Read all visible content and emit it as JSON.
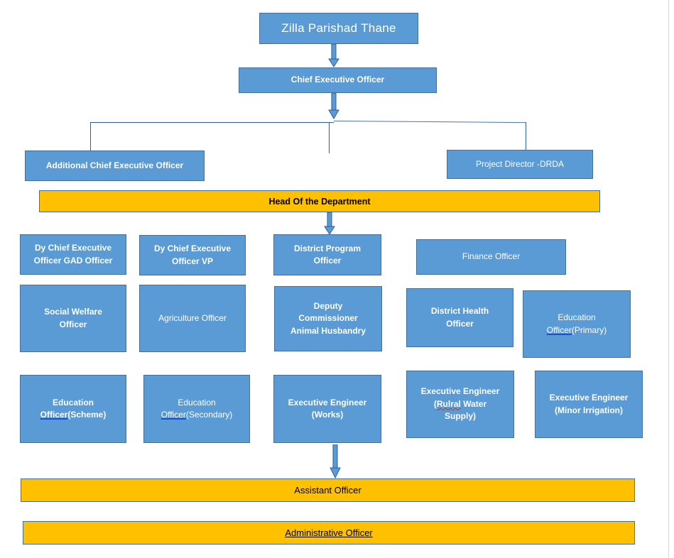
{
  "chart": {
    "type": "org-chart",
    "title": "Zilla Parishad Thane",
    "colors": {
      "node_fill": "#5B9BD5",
      "node_border": "#41719C",
      "bar_fill": "#FFC000",
      "connector": "#2E5E9E",
      "node_text": "#FFFFFF",
      "bar_text": "#000000",
      "page_background": "#FFFFFF",
      "spellcheck_blue": "#1A4FD6",
      "spellcheck_red": "#E02B1D"
    },
    "levels": [
      {
        "level": 1,
        "name": "root",
        "nodes": [
          {
            "id": "zilla-parishad-thane",
            "label": "Zilla Parishad Thane",
            "style": "blue-title"
          }
        ]
      },
      {
        "level": 2,
        "name": "chief-executive",
        "nodes": [
          {
            "id": "chief-executive-officer",
            "label": "Chief Executive Officer",
            "style": "blue"
          }
        ]
      },
      {
        "level": 3,
        "name": "deputies",
        "nodes": [
          {
            "id": "additional-chief-executive-officer",
            "label": "Additional Chief Executive Officer",
            "style": "blue"
          },
          {
            "id": "project-director-drda",
            "label": "Project Director -DRDA",
            "style": "blue-plain"
          }
        ]
      },
      {
        "level": 4,
        "name": "head-of-department",
        "nodes": [
          {
            "id": "head-of-the-department",
            "label": "Head Of the Department",
            "style": "gold"
          }
        ]
      },
      {
        "level": 5,
        "name": "departments-row-1",
        "nodes": [
          {
            "id": "dy-chief-executive-officer-gad",
            "lines": [
              "Dy Chief Executive",
              "Officer GAD Officer"
            ],
            "style": "blue"
          },
          {
            "id": "dy-chief-executive-officer-vp",
            "lines": [
              "Dy Chief Executive",
              "Officer VP"
            ],
            "style": "blue"
          },
          {
            "id": "district-program-officer",
            "lines": [
              "District Program",
              "Officer"
            ],
            "style": "blue"
          },
          {
            "id": "finance-officer",
            "lines": [
              "Finance Officer"
            ],
            "style": "blue-plain"
          }
        ]
      },
      {
        "level": 6,
        "name": "departments-row-2",
        "nodes": [
          {
            "id": "social-welfare-officer",
            "lines": [
              "Social Welfare",
              "Officer"
            ],
            "style": "blue"
          },
          {
            "id": "agriculture-officer",
            "lines": [
              "Agriculture Officer"
            ],
            "style": "blue-plain"
          },
          {
            "id": "deputy-commissioner-animal-husbandry",
            "lines": [
              "Deputy",
              "Commissioner",
              "Animal Husbandry"
            ],
            "style": "blue"
          },
          {
            "id": "district-health-officer",
            "lines": [
              "District Health",
              "Officer"
            ],
            "style": "blue"
          },
          {
            "id": "education-officer-primary",
            "lines": [
              "Education",
              "Officer(Primary)"
            ],
            "style": "blue-plain",
            "spellcheck": {
              "word": "Officer",
              "kind": "blue",
              "line": 1
            }
          }
        ]
      },
      {
        "level": 7,
        "name": "departments-row-3",
        "nodes": [
          {
            "id": "education-officer-scheme",
            "lines": [
              "Education",
              "Officer(Scheme)"
            ],
            "style": "blue",
            "spellcheck": {
              "word": "Officer",
              "kind": "blue",
              "line": 1
            }
          },
          {
            "id": "education-officer-secondary",
            "lines": [
              "Education",
              "Officer(Secondary)"
            ],
            "style": "blue-plain",
            "spellcheck": {
              "word": "Officer",
              "kind": "blue",
              "line": 1
            }
          },
          {
            "id": "executive-engineer-works",
            "lines": [
              "Executive Engineer",
              "(Works)"
            ],
            "style": "blue"
          },
          {
            "id": "executive-engineer-rural-water-supply",
            "lines": [
              "Executive Engineer",
              "(Rulral Water",
              "Supply)"
            ],
            "style": "blue",
            "spellcheck": {
              "word": "Rulral",
              "kind": "red",
              "line": 1
            }
          },
          {
            "id": "executive-engineer-minor-irrigation",
            "lines": [
              "Executive Engineer",
              "(Minor Irrigation)"
            ],
            "style": "blue"
          }
        ]
      },
      {
        "level": 8,
        "name": "assistant",
        "nodes": [
          {
            "id": "assistant-officer",
            "label": "Assistant Officer",
            "style": "gold-plain"
          }
        ]
      },
      {
        "level": 9,
        "name": "administrative",
        "nodes": [
          {
            "id": "administrative-officer",
            "label": "Administrative   Officer",
            "style": "gold-plain-underlined",
            "underlined": true
          }
        ]
      }
    ],
    "labels": {
      "zilla_parishad_thane": "Zilla Parishad Thane",
      "chief_executive_officer": "Chief Executive Officer",
      "additional_chief_executive_officer": "Additional Chief Executive Officer",
      "project_director_drda": "Project Director -DRDA",
      "head_of_the_department": "Head Of the Department",
      "dy_ceo_gad_line1": "Dy Chief Executive",
      "dy_ceo_gad_line2": "Officer GAD Officer",
      "dy_ceo_vp_line1": "Dy Chief Executive",
      "dy_ceo_vp_line2": "Officer VP",
      "district_program_officer_line1": "District Program",
      "district_program_officer_line2": "Officer",
      "finance_officer": "Finance Officer",
      "social_welfare_officer_line1": "Social Welfare",
      "social_welfare_officer_line2": "Officer",
      "agriculture_officer": "Agriculture Officer",
      "deputy_commissioner_line1": "Deputy",
      "deputy_commissioner_line2": "Commissioner",
      "deputy_commissioner_line3": "Animal Husbandry",
      "district_health_officer_line1": "District Health",
      "district_health_officer_line2": "Officer",
      "education_officer_primary_line1": "Education",
      "education_officer_primary_word": "Officer",
      "education_officer_primary_rest": "(Primary)",
      "education_officer_scheme_line1": "Education",
      "education_officer_scheme_word": "Officer",
      "education_officer_scheme_rest": "(Scheme)",
      "education_officer_secondary_line1": "Education",
      "education_officer_secondary_word": "Officer",
      "education_officer_secondary_rest": "(Secondary)",
      "executive_engineer_works_line1": "Executive Engineer",
      "executive_engineer_works_line2": "(Works)",
      "executive_engineer_rws_line1": "Executive Engineer",
      "executive_engineer_rws_open": "(",
      "executive_engineer_rws_word": "Rulral",
      "executive_engineer_rws_rest": " Water",
      "executive_engineer_rws_line3": "Supply)",
      "executive_engineer_minor_line1": "Executive Engineer",
      "executive_engineer_minor_line2": "(Minor Irrigation)",
      "assistant_officer": "Assistant Officer",
      "administrative_officer": "Administrative   Officer"
    }
  }
}
